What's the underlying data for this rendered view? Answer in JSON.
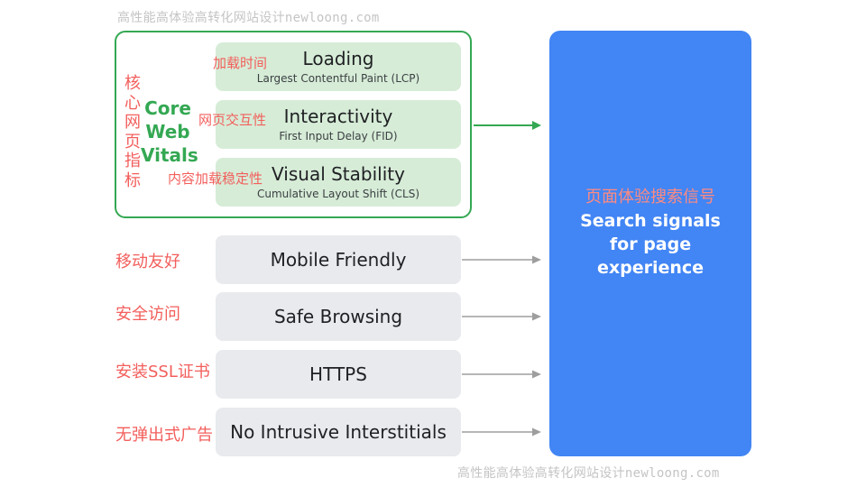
{
  "watermark": "高性能高体验高转化网站设计newloong.com",
  "core_web_vitals": {
    "label_cn_chars": [
      "核",
      "心",
      "网",
      "页",
      "指",
      "标"
    ],
    "label_en_words": [
      "Core",
      "Web",
      "Vitals"
    ],
    "metrics": [
      {
        "title": "Loading",
        "subtitle": "Largest Contentful Paint (LCP)",
        "cn": "加载时间"
      },
      {
        "title": "Interactivity",
        "subtitle": "First Input Delay (FID)",
        "cn": "网页交互性"
      },
      {
        "title": "Visual Stability",
        "subtitle": "Cumulative Layout Shift (CLS)",
        "cn": "内容加载稳定性"
      }
    ]
  },
  "signals": [
    {
      "label": "Mobile Friendly",
      "cn": "移动友好"
    },
    {
      "label": "Safe Browsing",
      "cn": "安全访问"
    },
    {
      "label": "HTTPS",
      "cn": "安装SSL证书"
    },
    {
      "label": "No Intrusive Interstitials",
      "cn": "无弹出式广告"
    }
  ],
  "result": {
    "cn": "页面体验搜索信号",
    "en_lines": [
      "Search signals",
      "for page",
      "experience"
    ]
  },
  "colors": {
    "green": "#34a853",
    "green_fill": "#d6ecd7",
    "grey_fill": "#e8eaed",
    "blue": "#4285f4",
    "red_text": "#f25f5c",
    "arrow_grey": "#9e9e9e"
  }
}
